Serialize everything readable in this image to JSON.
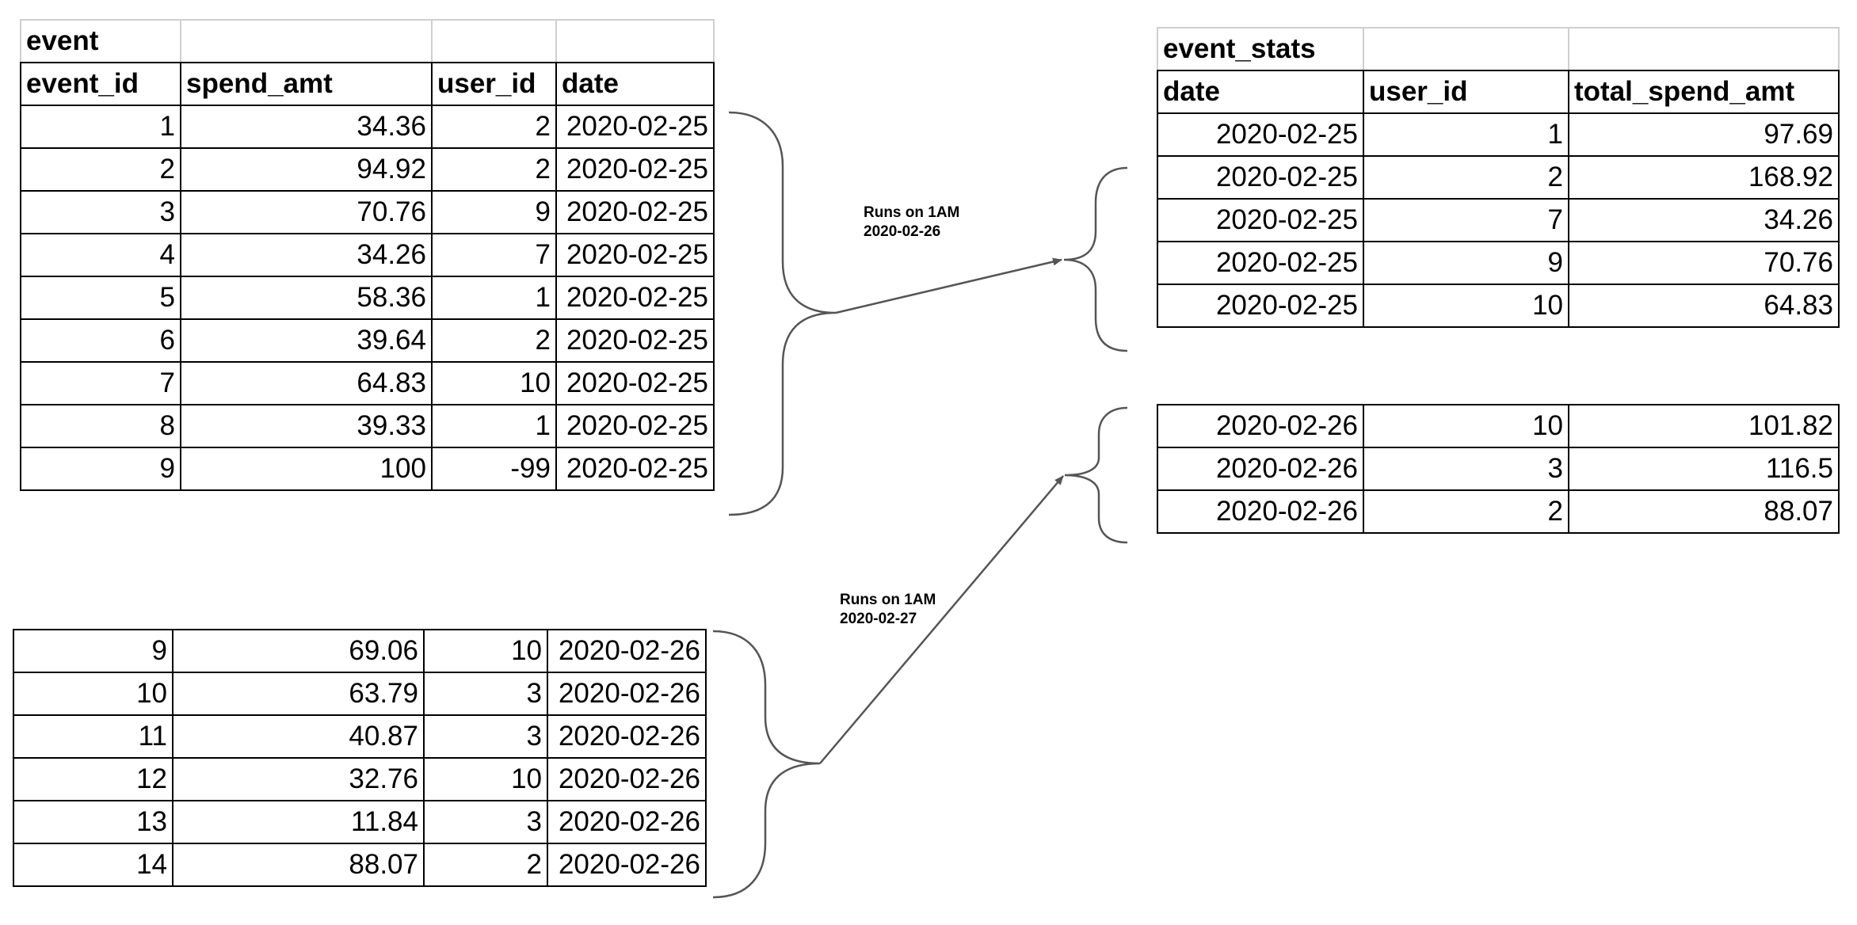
{
  "event": {
    "title": "event",
    "headers": [
      "event_id",
      "spend_amt",
      "user_id",
      "date"
    ],
    "rows": [
      [
        "1",
        "34.36",
        "2",
        "2020-02-25"
      ],
      [
        "2",
        "94.92",
        "2",
        "2020-02-25"
      ],
      [
        "3",
        "70.76",
        "9",
        "2020-02-25"
      ],
      [
        "4",
        "34.26",
        "7",
        "2020-02-25"
      ],
      [
        "5",
        "58.36",
        "1",
        "2020-02-25"
      ],
      [
        "6",
        "39.64",
        "2",
        "2020-02-25"
      ],
      [
        "7",
        "64.83",
        "10",
        "2020-02-25"
      ],
      [
        "8",
        "39.33",
        "1",
        "2020-02-25"
      ],
      [
        "9",
        "100",
        "-99",
        "2020-02-25"
      ]
    ]
  },
  "event_new": {
    "rows": [
      [
        "9",
        "69.06",
        "10",
        "2020-02-26"
      ],
      [
        "10",
        "63.79",
        "3",
        "2020-02-26"
      ],
      [
        "11",
        "40.87",
        "3",
        "2020-02-26"
      ],
      [
        "12",
        "32.76",
        "10",
        "2020-02-26"
      ],
      [
        "13",
        "11.84",
        "3",
        "2020-02-26"
      ],
      [
        "14",
        "88.07",
        "2",
        "2020-02-26"
      ]
    ]
  },
  "event_stats": {
    "title": "event_stats",
    "headers": [
      "date",
      "user_id",
      "total_spend_amt"
    ],
    "rows": [
      [
        "2020-02-25",
        "1",
        "97.69"
      ],
      [
        "2020-02-25",
        "2",
        "168.92"
      ],
      [
        "2020-02-25",
        "7",
        "34.26"
      ],
      [
        "2020-02-25",
        "9",
        "70.76"
      ],
      [
        "2020-02-25",
        "10",
        "64.83"
      ]
    ]
  },
  "event_stats_new": {
    "rows": [
      [
        "2020-02-26",
        "10",
        "101.82"
      ],
      [
        "2020-02-26",
        "3",
        "116.5"
      ],
      [
        "2020-02-26",
        "2",
        "88.07"
      ]
    ]
  },
  "annotations": {
    "run1_line1": "Runs on 1AM",
    "run1_line2": "2020-02-26",
    "run2_line1": "Runs on 1AM",
    "run2_line2": "2020-02-27"
  },
  "colors": {
    "grid": "#000000",
    "title_grid": "#cfcfcf",
    "connector": "#555555"
  }
}
